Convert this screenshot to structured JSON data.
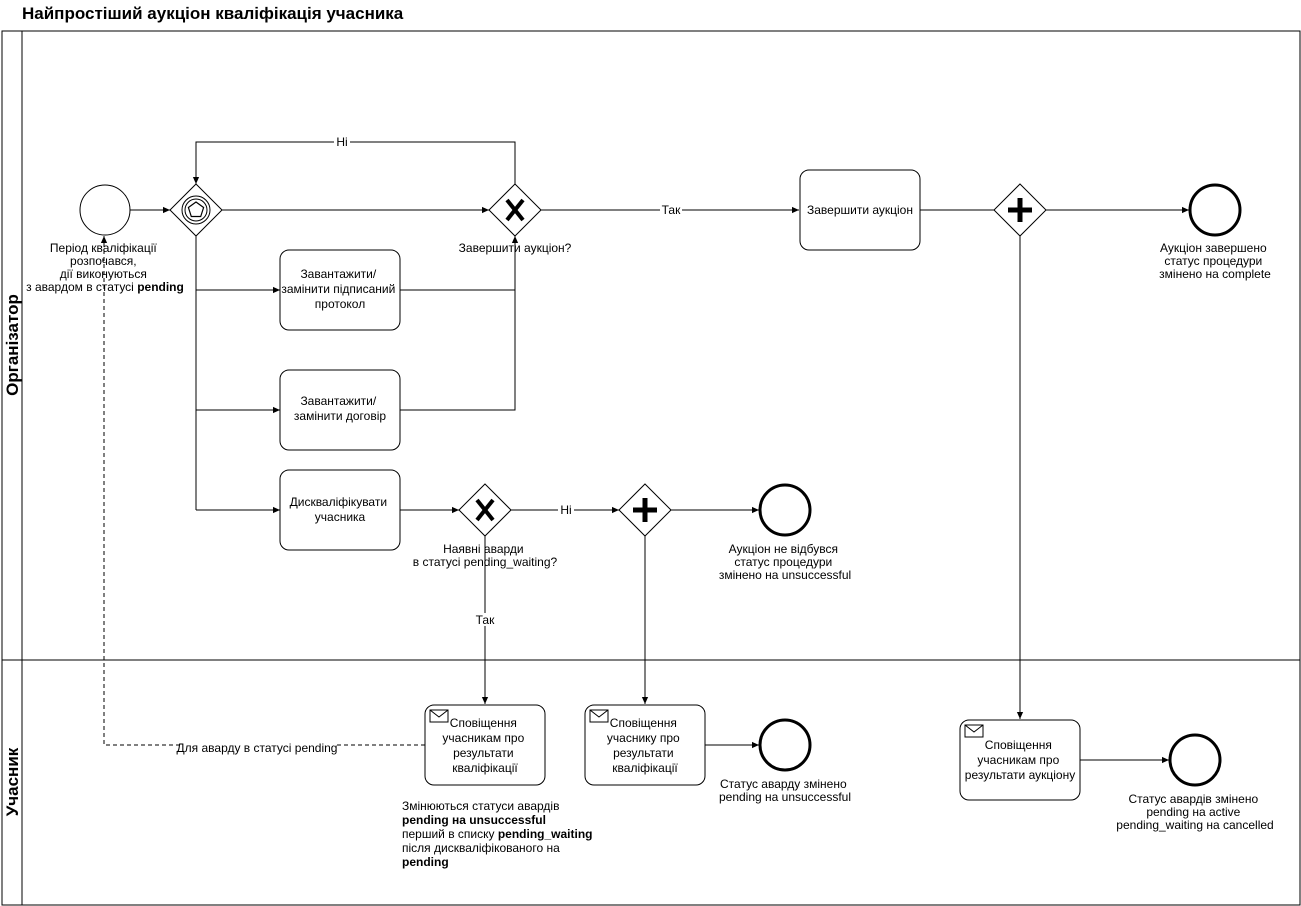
{
  "title": "Найпростіший аукціон кваліфікація учасника",
  "lanes": {
    "organizer": "Організатор",
    "participant": "Учасник"
  },
  "events": {
    "start_label": [
      {
        "text": "Період кваліфікації",
        "bold": ""
      },
      {
        "text": "розпочався,",
        "bold": ""
      },
      {
        "text": "дії виконуються",
        "bold": ""
      },
      {
        "text": "з авардом в статусі ",
        "bold": "pending"
      }
    ],
    "end_complete_label": [
      "Аукціон завершено",
      "статус процедури",
      "змінено на complete"
    ],
    "end_unsuccessful_label": [
      "Аукціон не відбувся",
      "статус процедури",
      "змінено на unsuccessful"
    ],
    "end_award_unsuccessful_label": [
      "Статус аварду змінено",
      "pending на unsuccessful"
    ],
    "end_awards_changed_label": [
      "Статус авардів змінено",
      "pending на active",
      "pending_waiting на cancelled"
    ]
  },
  "tasks": {
    "finish_auction": [
      "Завершити аукціон"
    ],
    "upload_protocol": [
      "Завантажити/",
      "замінити підписаний",
      "протокол"
    ],
    "upload_contract": [
      "Завантажити/",
      "замінити договір"
    ],
    "disqualify": [
      "Дискваліфікувати",
      "учасника"
    ],
    "notify_qualification_1": [
      "Сповіщення",
      "учасникам про",
      "результати",
      "кваліфікації"
    ],
    "notify_qualification_2": [
      "Сповіщення",
      "учаснику про",
      "результати",
      "кваліфікації"
    ],
    "notify_auction_results": [
      "Сповіщення",
      "учасникам про",
      "результати аукціону"
    ]
  },
  "gateways": {
    "finish_question": "Завершити аукціон?",
    "pending_waiting_question": [
      "Наявні аварди",
      "в статусі pending_waiting?"
    ]
  },
  "edge_labels": {
    "no_top": "Ні",
    "yes_finish": "Так",
    "no_mid": "Ні",
    "yes_down": "Так",
    "pending_loop": "Для аварду в статусі  pending"
  },
  "annotation": [
    {
      "text": "Змінюються статуси авардів",
      "bold": ""
    },
    {
      "text": "",
      "bold": "pending на unsuccessful"
    },
    {
      "text": "перший в списку ",
      "bold": "pending_waiting"
    },
    {
      "text": "після дискваліфікованого на",
      "bold": ""
    },
    {
      "text": "",
      "bold": "pending"
    }
  ],
  "colors": {
    "stroke": "#000000",
    "fill": "#ffffff"
  }
}
